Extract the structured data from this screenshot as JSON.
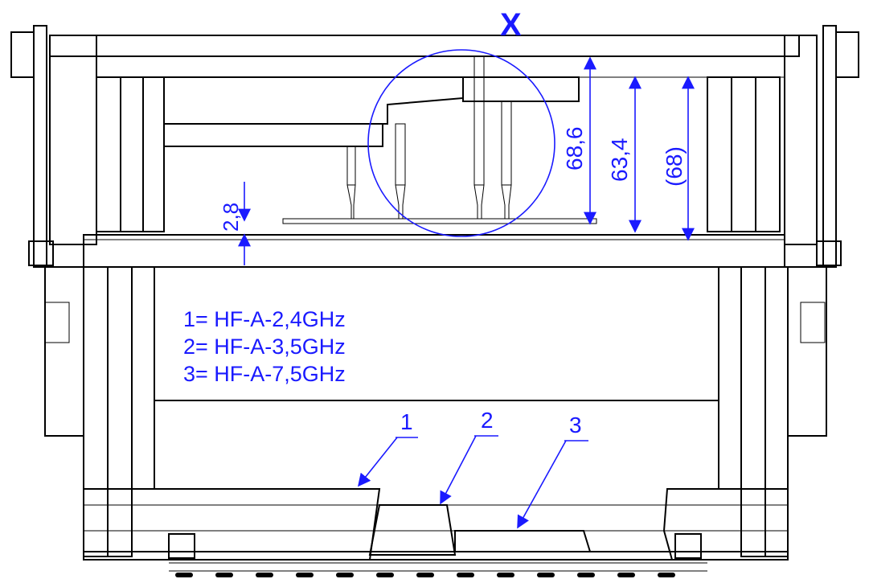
{
  "drawing": {
    "section_mark": "X",
    "dimensions": {
      "gap": "2,8",
      "height_1": "68,6",
      "height_2": "63,4",
      "height_3": "(68)"
    },
    "legend": [
      "1= HF-A-2,4GHz",
      "2= HF-A-3,5GHz",
      "3= HF-A-7,5GHz"
    ],
    "callouts": [
      "1",
      "2",
      "3"
    ],
    "colors": {
      "annotation": "#1a1aff",
      "lines": "#000000",
      "background": "#ffffff"
    }
  }
}
